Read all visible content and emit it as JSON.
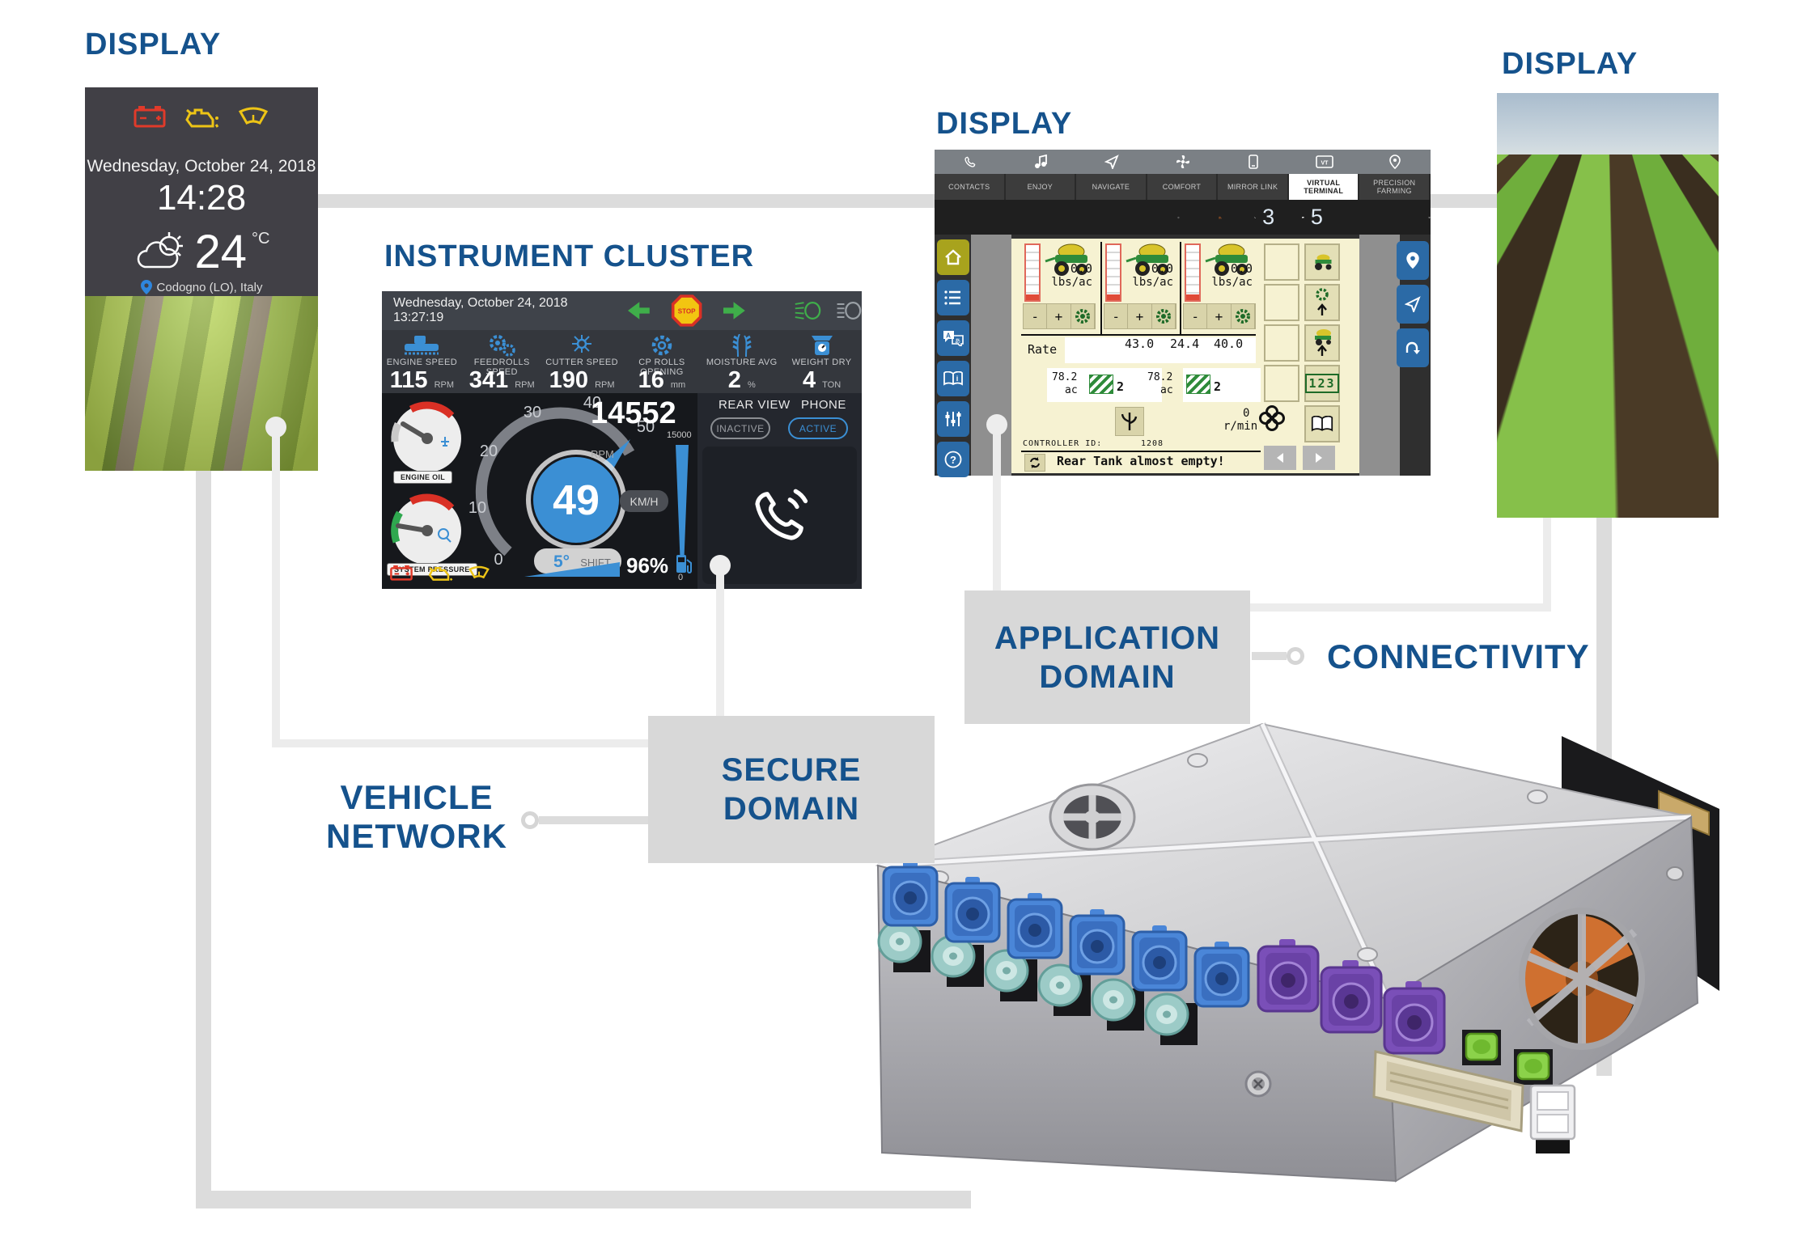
{
  "colors": {
    "accent_blue": "#15528c",
    "ic_blue": "#3b8fd4",
    "line_gray": "#dcdcdc",
    "box_gray": "#d8d8d8",
    "vt_beige": "#f6f2d2",
    "vt_olive": "#a8a31d",
    "vt_button_blue": "#2b6aa6"
  },
  "titles": {
    "display_left": "DISPLAY",
    "instrument_cluster": "INSTRUMENT CLUSTER",
    "display_center": "DISPLAY",
    "display_right": "DISPLAY"
  },
  "domains": {
    "application": {
      "line1": "APPLICATION",
      "line2": "DOMAIN"
    },
    "secure": {
      "line1": "SECURE",
      "line2": "DOMAIN"
    },
    "connectivity": "CONNECTIVITY",
    "vehicle_network": {
      "line1": "VEHICLE",
      "line2": "NETWORK"
    }
  },
  "display_left": {
    "date": "Wednesday, October 24, 2018",
    "time": "14:28",
    "temperature": "24",
    "temperature_unit": "°C",
    "location": "Codogno (LO), Italy"
  },
  "instrument_cluster": {
    "datetime": "Wednesday, October 24, 2018 13:27:19",
    "stop_label": "STOP",
    "metrics": [
      {
        "label": "ENGINE SPEED",
        "value": "115",
        "unit": "RPM"
      },
      {
        "label": "FEEDROLLS SPEED",
        "value": "341",
        "unit": "RPM"
      },
      {
        "label": "CUTTER SPEED",
        "value": "190",
        "unit": "RPM"
      },
      {
        "label": "CP ROLLS OPENING",
        "value": "16",
        "unit": "mm"
      },
      {
        "label": "MOISTURE AVG",
        "value": "2",
        "unit": "%"
      },
      {
        "label": "WEIGHT DRY",
        "value": "4",
        "unit": "TON"
      }
    ],
    "gauges": [
      {
        "label": "ENGINE OIL"
      },
      {
        "label": "SYSTEM PRESSURE"
      }
    ],
    "speedometer": {
      "ticks": [
        "0",
        "10",
        "20",
        "30",
        "40",
        "50"
      ],
      "value": "49",
      "unit": "KM/H",
      "shift_value": "5°",
      "shift_label": "SHIFT"
    },
    "rpm": {
      "value": "14552",
      "unit": "RPM",
      "bar_max": "15000",
      "bar_min": "0"
    },
    "fuel": {
      "value": "96%"
    },
    "rear_panel": {
      "rear_view_label": "REAR VIEW",
      "phone_label": "PHONE",
      "rear_view_state": "INACTIVE",
      "phone_state": "ACTIVE"
    }
  },
  "virtual_terminal": {
    "tabs": [
      {
        "label": "CONTACTS"
      },
      {
        "label": "ENJOY"
      },
      {
        "label": "NAVIGATE"
      },
      {
        "label": "COMFORT"
      },
      {
        "label": "MIRROR LINK"
      },
      {
        "label": "VIRTUAL TERMINAL"
      },
      {
        "label": "PRECISION FARMING"
      }
    ],
    "status": {
      "calls": "3",
      "messages": "5"
    },
    "planters": [
      {
        "value": "0.0",
        "unit": "lbs/ac"
      },
      {
        "value": "0.0",
        "unit": "lbs/ac"
      },
      {
        "value": "0.0",
        "unit": "lbs/ac"
      }
    ],
    "minus_label": "-",
    "plus_label": "+",
    "rate_row": {
      "label": "Rate",
      "values": [
        "43.0",
        "24.4",
        "40.0"
      ]
    },
    "coverage": [
      {
        "value": "78.2",
        "unit": "ac",
        "marker": "2"
      },
      {
        "value": "78.2",
        "unit": "ac",
        "marker": "2"
      }
    ],
    "fan": {
      "value": "0",
      "unit": "r/min"
    },
    "controller": {
      "label": "CONTROLLER ID:",
      "value": "1208"
    },
    "alert": "Rear Tank almost empty!",
    "digits": "123"
  }
}
